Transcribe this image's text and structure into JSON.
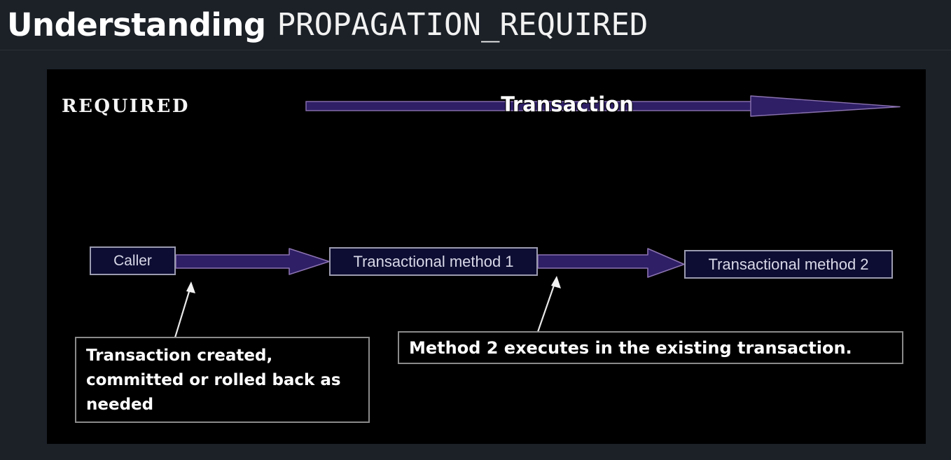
{
  "header": {
    "title_strong": "Understanding",
    "title_mono": "PROPAGATION_REQUIRED"
  },
  "slide": {
    "section_label": "REQUIRED",
    "transaction_bar_label": "Transaction",
    "boxes": [
      {
        "id": "caller",
        "label": "Caller"
      },
      {
        "id": "method-1",
        "label": "Transactional method 1"
      },
      {
        "id": "method-2",
        "label": "Transactional method 2"
      }
    ],
    "callouts": [
      {
        "id": "left",
        "text": "Transaction created, committed or rolled back as needed"
      },
      {
        "id": "right",
        "text": "Method 2 executes in the existing transaction."
      }
    ],
    "colors": {
      "panel_background": "#000000",
      "page_background": "#1c2128",
      "arrow_fill": "#2e1f66",
      "arrow_stroke": "#8b72b0",
      "box_fill": "#0d0d33",
      "box_stroke": "#9b9bb0",
      "pointer_line": "#e8e8e8",
      "callout_stroke": "#8a8a8a",
      "text_primary": "#ffffff"
    }
  }
}
